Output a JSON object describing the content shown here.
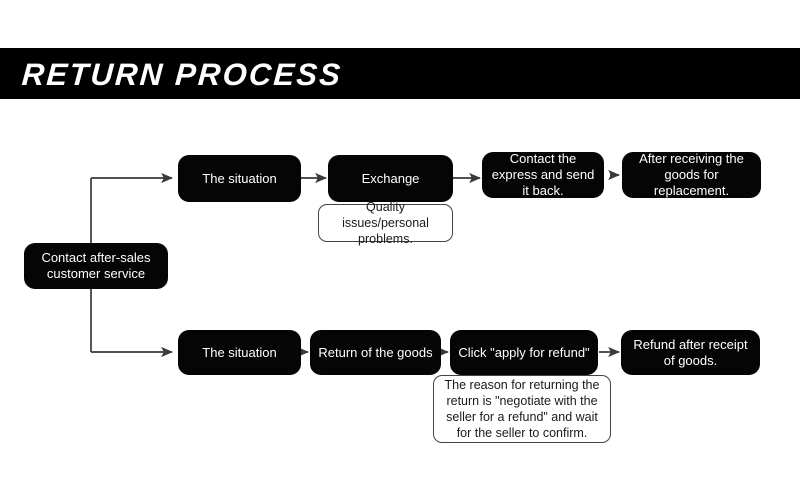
{
  "header": {
    "title": "RETURN PROCESS",
    "bar_color": "#000000",
    "text_color": "#ffffff"
  },
  "canvas": {
    "background": "#ffffff",
    "node_color": "#050505",
    "node_text_color": "#ffffff",
    "note_border_color": "#444444",
    "note_text_color": "#1a1a1a",
    "connector_color": "#3a3a3a"
  },
  "diagram": {
    "start": {
      "label": "Contact after-sales customer service"
    },
    "branches": [
      {
        "name": "exchange-branch",
        "steps": [
          {
            "label": "The situation"
          },
          {
            "label": "Exchange"
          },
          {
            "label": "Contact the express and send it back."
          },
          {
            "label": "After receiving the goods for replacement."
          }
        ],
        "note": {
          "attached_to": "Exchange",
          "text": "Quality issues/personal problems."
        }
      },
      {
        "name": "refund-branch",
        "steps": [
          {
            "label": "The situation"
          },
          {
            "label": "Return of the goods"
          },
          {
            "label": "Click \"apply for refund\""
          },
          {
            "label": "Refund after receipt of goods."
          }
        ],
        "note": {
          "attached_to": "Click \"apply for refund\"",
          "text": "The reason for returning the return is \"negotiate with the seller for a refund\" and wait for the seller to confirm."
        }
      }
    ]
  }
}
